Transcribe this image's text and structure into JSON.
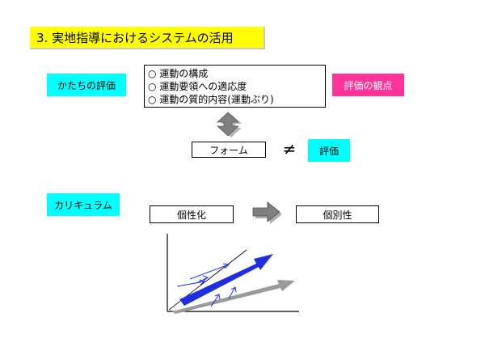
{
  "title": "3. 実地指導におけるシステムの活用",
  "labels": {
    "katachi": "かたちの評価",
    "kanten": "評価の観点",
    "form": "フォーム",
    "neq": "≠",
    "hyouka": "評価",
    "curriculum": "カリキュラム",
    "koseika": "個性化",
    "kobetsu": "個別性"
  },
  "criteria": [
    "運動の構成",
    "運動要領への適応度",
    "運動の質的内容(運動ぶり)"
  ],
  "colors": {
    "title_bg": "#ffff00",
    "cyan": "#00ffff",
    "pink": "#ff3399",
    "arrow_blue": "#1f2fe0",
    "arrow_gray": "#8c8c8c"
  }
}
